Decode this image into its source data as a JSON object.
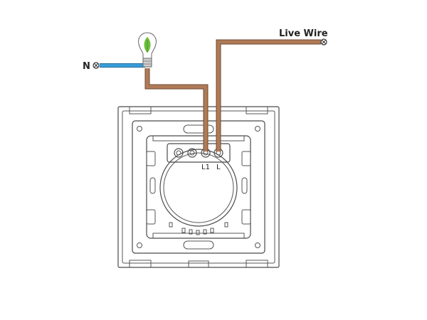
{
  "labels": {
    "neutral": "N",
    "live_wire": "Live Wire",
    "terminal_l1": "L1",
    "terminal_l": "L"
  },
  "colors": {
    "live_wire": "#b07a57",
    "neutral_wire": "#3a9ed8",
    "bulb_leaf": "#6bbf3a",
    "outline": "#4a4a4a"
  },
  "icons": {
    "bulb": "light-bulb-icon",
    "terminal_end": "wire-terminal-icon"
  }
}
